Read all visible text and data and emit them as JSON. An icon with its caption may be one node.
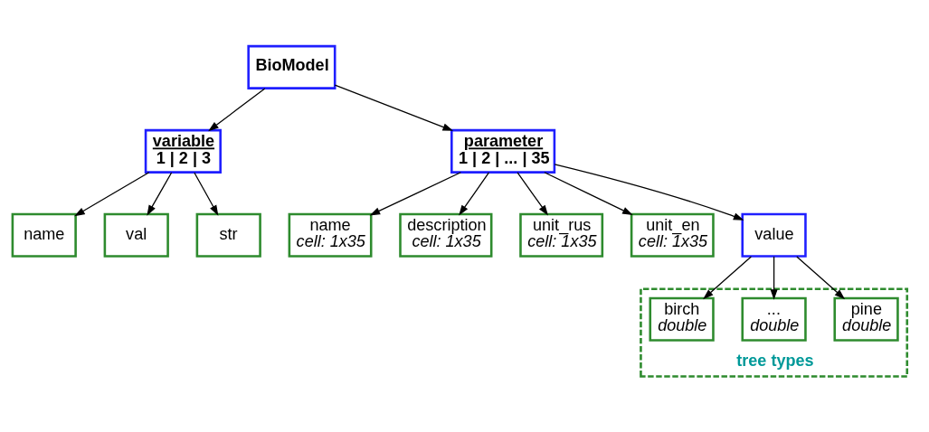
{
  "diagram": {
    "nodes": [
      {
        "text": [
          "BioModel"
        ]
      },
      {
        "text": [
          "variable",
          "1 | 2 | 3"
        ]
      },
      {
        "text": [
          "name"
        ]
      },
      {
        "text": [
          "val"
        ]
      },
      {
        "text": [
          "str"
        ]
      },
      {
        "text": [
          "parameter",
          "1 | 2 | ... | 35"
        ]
      },
      {
        "text": [
          "name",
          "cell: 1x35"
        ]
      },
      {
        "text": [
          "description",
          "cell: 1x35"
        ]
      },
      {
        "text": [
          "unit_rus",
          "cell: 1x35"
        ]
      },
      {
        "text": [
          "unit_en",
          "cell: 1x35"
        ]
      },
      {
        "text": [
          "value"
        ]
      },
      {
        "text": [
          "tree types"
        ]
      },
      {
        "text": [
          "pine",
          "double"
        ],
        "in": 11
      },
      {
        "text": [
          "...",
          "double"
        ],
        "in": 11
      },
      {
        "text": [
          "birch",
          "double"
        ],
        "in": 11
      }
    ],
    "edges": [
      {
        "from": 0,
        "to": 1,
        "arrow": "to"
      },
      {
        "from": 0,
        "to": 5,
        "arrow": "to"
      },
      {
        "from": 1,
        "to": 2,
        "arrow": "to"
      },
      {
        "from": 1,
        "to": 3,
        "arrow": "to"
      },
      {
        "from": 1,
        "to": 4,
        "arrow": "to"
      },
      {
        "from": 5,
        "to": 6,
        "arrow": "to"
      },
      {
        "from": 5,
        "to": 7,
        "arrow": "to"
      },
      {
        "from": 5,
        "to": 8,
        "arrow": "to"
      },
      {
        "from": 5,
        "to": 9,
        "arrow": "to"
      },
      {
        "from": 5,
        "to": 10,
        "arrow": "to"
      },
      {
        "from": 10,
        "to": 12,
        "arrow": "to"
      },
      {
        "from": 10,
        "to": 13,
        "arrow": "to"
      },
      {
        "from": 10,
        "to": 14,
        "arrow": "to"
      }
    ]
  }
}
